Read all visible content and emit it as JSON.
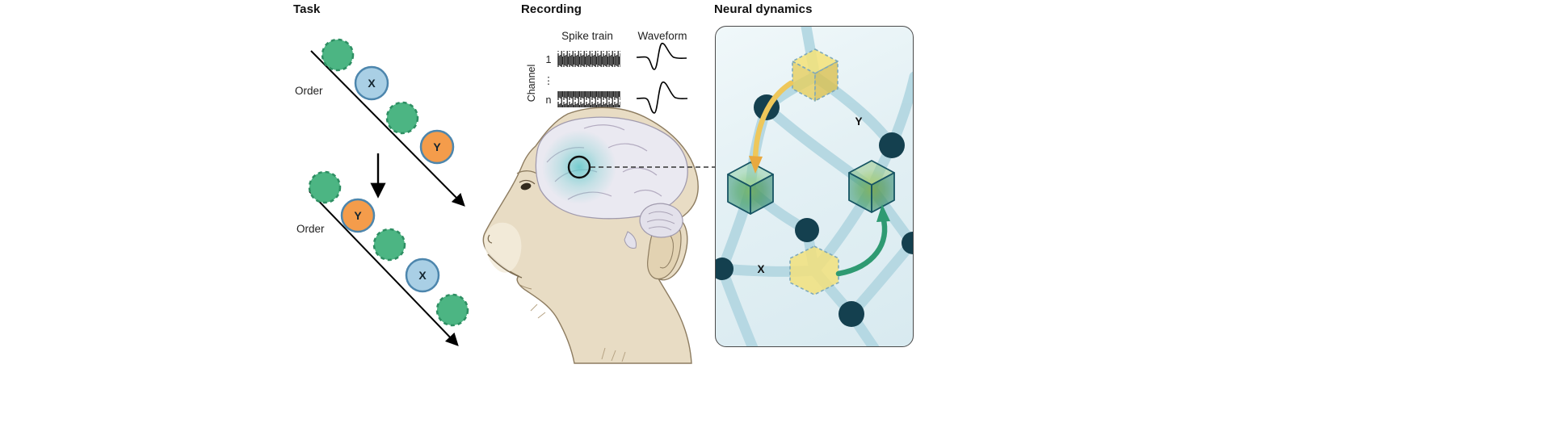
{
  "task": {
    "title": "Task",
    "order_label": "Order",
    "item_x_label": "X",
    "item_y_label": "Y",
    "sequence_1": [
      "distractor",
      "X",
      "distractor",
      "Y"
    ],
    "sequence_2": [
      "distractor",
      "Y",
      "distractor",
      "X",
      "distractor"
    ]
  },
  "recording": {
    "title": "Recording",
    "spike_train_label": "Spike train",
    "waveform_label": "Waveform",
    "channel_axis_label": "Channel",
    "channel_first": "1",
    "channel_dots": "⋮",
    "channel_last": "n"
  },
  "neural_dynamics": {
    "title": "Neural dynamics",
    "state_y_label": "Y",
    "state_x_label": "X"
  },
  "colors": {
    "item_green": "#4cb583",
    "item_green_border": "#2e8f63",
    "item_blue": "#a9cfe5",
    "item_orange": "#f49c4b",
    "item_border_blue": "#4d86ad",
    "node_teal": "#14404f",
    "edge_light_blue": "#b4d7e2",
    "cube_yellow": "#eed860",
    "cube_green": "#2f9d78",
    "arrow_yellow": "#e9a93f",
    "arrow_green": "#2f9a72",
    "panel_background": "#e3f0f4",
    "monkey_skin": "#e8dcc4",
    "brain_gray": "#eae9f1",
    "highlight_teal": "#5ec6c8"
  }
}
